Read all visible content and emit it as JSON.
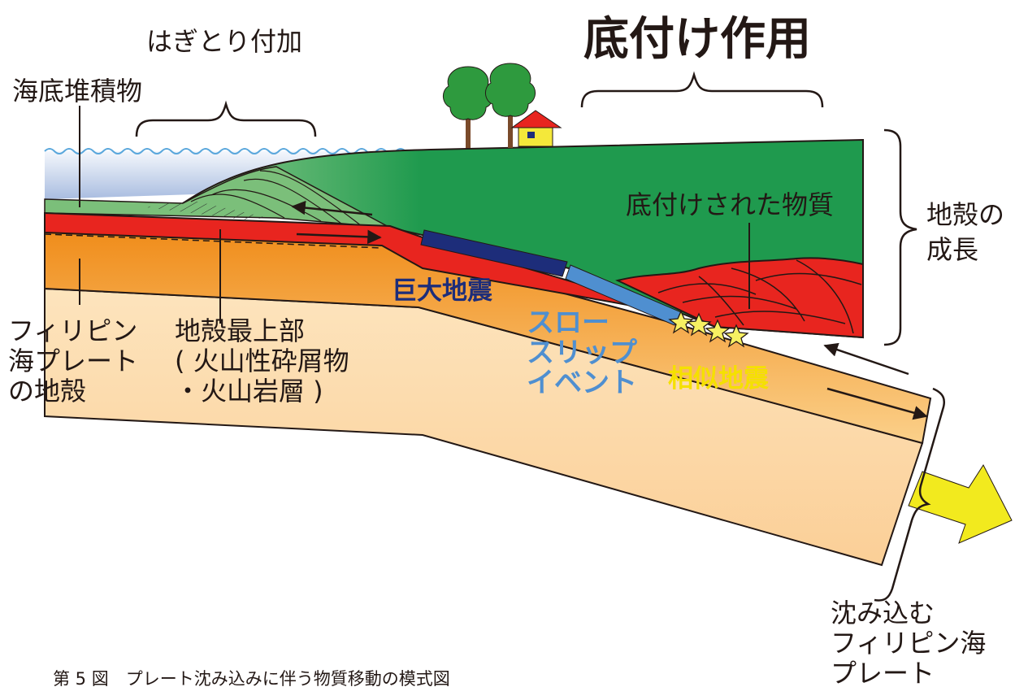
{
  "title": "底付け作用",
  "labels": {
    "hagitori": "はぎとり付加",
    "seabed_sediment": "海底堆積物",
    "underplated_material": "底付けされた物質",
    "crust_growth": [
      "地殻の",
      "成長"
    ],
    "phil_crust": [
      "フィリピン",
      "海プレート",
      "の地殻"
    ],
    "upper_crust": [
      "地殻最上部",
      "( 火山性砕屑物",
      "・火山岩層 )"
    ],
    "megaquake": "巨大地震",
    "slow_slip": [
      "スロー",
      "スリップ",
      "イベント"
    ],
    "similar_quake": "相似地震",
    "subducting_plate": [
      "沈み込む",
      "フィリピン海",
      "プレート"
    ]
  },
  "caption": "第 5 図　プレート沈み込みに伴う物質移動の模式図",
  "colors": {
    "sea": "#c9d6ec",
    "land_green": "#1f9a4e",
    "light_green": "#7bbf7a",
    "red_layer": "#e8251f",
    "orange_top": "#f39a1e",
    "orange_bottom": "#fde9c8",
    "megaquake_bar": "#1d2d7a",
    "slow_slip_bar": "#4f8fd0",
    "slow_slip_text": "#4f8fd0",
    "megaquake_text": "#1d2d7a",
    "similar_text": "#f5e000",
    "star": "#f7f062",
    "yellow_arrow": "#f2ea1e",
    "tree_green": "#2e9a3e",
    "house_roof": "#e8251f",
    "house_wall": "#f4e83a"
  }
}
